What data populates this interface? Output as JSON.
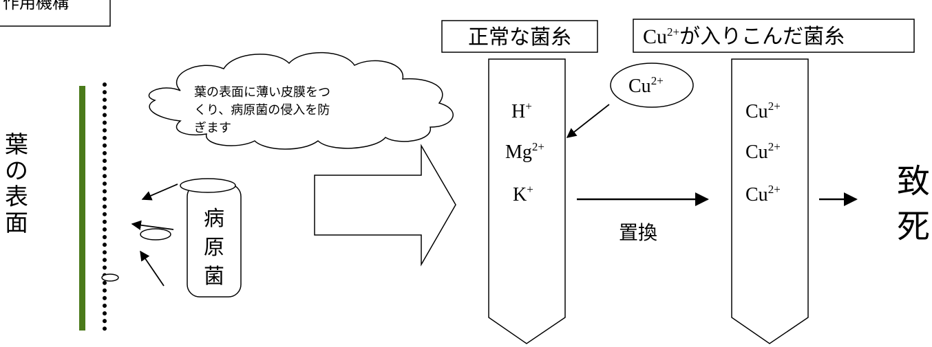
{
  "header": {
    "label": "作用機構"
  },
  "leaf_surface": {
    "label_chars": [
      "葉",
      "の",
      "表",
      "面"
    ]
  },
  "cloud": {
    "lines": [
      "葉の表面に薄い皮膜をつ",
      "くり、病原菌の侵入を防",
      "ぎます"
    ]
  },
  "pathogen": {
    "chars": [
      "病",
      "原",
      "菌"
    ]
  },
  "normal_hypha": {
    "title": "正常な菌糸",
    "ions": [
      {
        "base": "H",
        "sup": "+"
      },
      {
        "base": "Mg",
        "sup": "2+"
      },
      {
        "base": "K",
        "sup": "+"
      }
    ]
  },
  "incoming_ion": {
    "base": "Cu",
    "sup": "2+"
  },
  "replacement": {
    "label": "置換"
  },
  "cu_hypha": {
    "title_base": "Cu",
    "title_sup": "2+",
    "title_rest": "が入りこんだ菌糸",
    "ions": [
      {
        "base": "Cu",
        "sup": "2+"
      },
      {
        "base": "Cu",
        "sup": "2+"
      },
      {
        "base": "Cu",
        "sup": "2+"
      }
    ]
  },
  "result": {
    "chars": [
      "致",
      "死"
    ]
  },
  "colors": {
    "leaf_line": "#4a7a1a",
    "stroke": "#000000",
    "background": "#ffffff"
  }
}
